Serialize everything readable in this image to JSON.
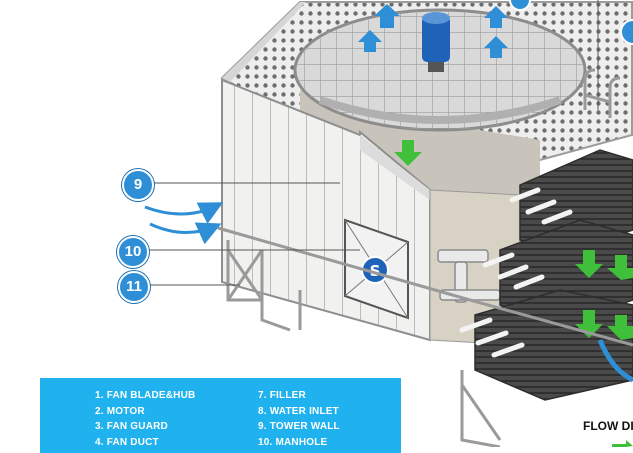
{
  "callouts": {
    "tower_wall": "9",
    "manhole": "10",
    "item_11": "11"
  },
  "legend": {
    "left": [
      "1. FAN BLADE&HUB",
      "2. MOTOR",
      "3. FAN GUARD",
      "4. FAN DUCT"
    ],
    "right": [
      "7. FILLER",
      "8. WATER INLET",
      "9. TOWER WALL",
      "10. MANHOLE"
    ]
  },
  "flow_label": "FLOW DI",
  "logo_text": "S",
  "colors": {
    "callout": "#2f8fd6",
    "legend_bg": "#1fb2ee",
    "water_arrow": "#3fbf3a",
    "air_arrow": "#2f8fd6",
    "motor": "#1f63b8"
  }
}
